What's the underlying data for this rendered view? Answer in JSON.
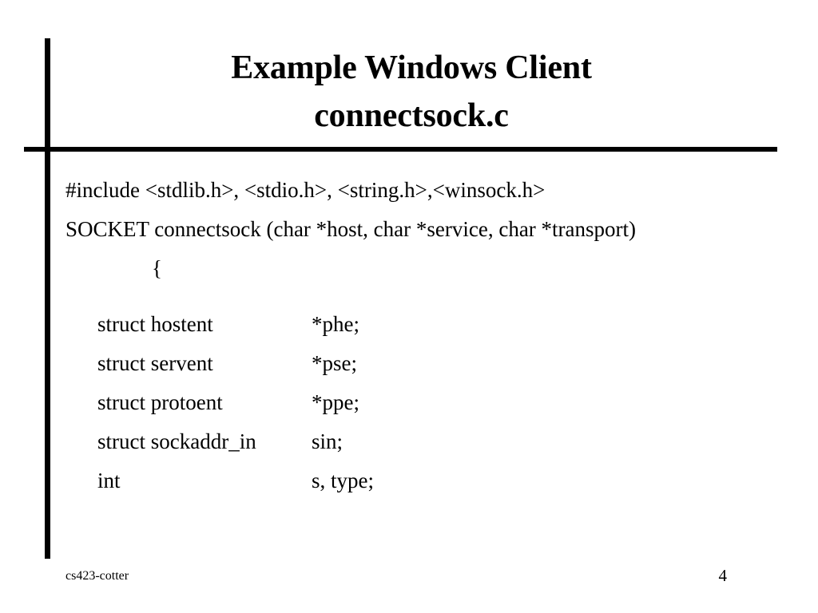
{
  "slide": {
    "title_lines": [
      "Example Windows Client",
      "connectsock.c"
    ],
    "code": {
      "include_line": "#include <stdlib.h>, <stdio.h>, <string.h>,<winsock.h>",
      "signature_line": "SOCKET connectsock (char *host, char *service, char *transport)",
      "open_brace": "{",
      "declarations": [
        {
          "type": "struct hostent",
          "name": "*phe;"
        },
        {
          "type": "struct servent",
          "name": "*pse;"
        },
        {
          "type": "struct protoent",
          "name": "*ppe;"
        },
        {
          "type": "struct sockaddr_in",
          "name": "sin;"
        },
        {
          "type": "int",
          "name": "s, type;"
        }
      ]
    },
    "footer": {
      "course": "cs423-cotter",
      "page_number": "4"
    },
    "colors": {
      "background": "#ffffff",
      "text": "#000000",
      "rule": "#000000"
    }
  }
}
